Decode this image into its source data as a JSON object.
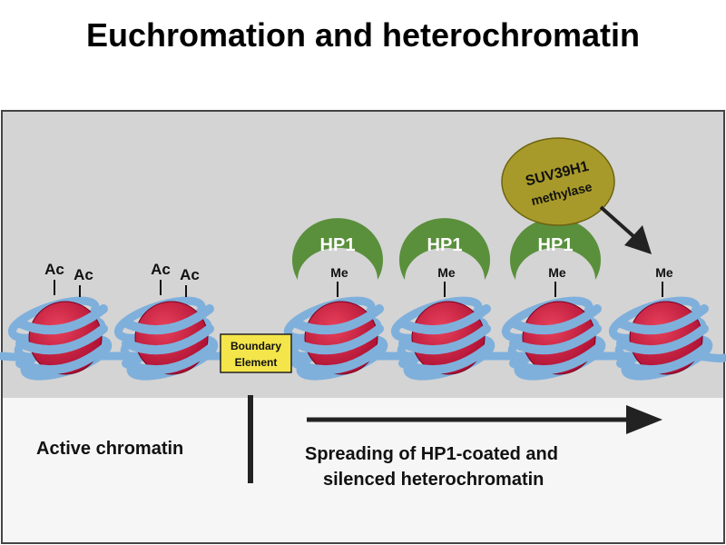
{
  "title": "Euchromation and heterochromatin",
  "nucleosome_marks": [
    {
      "label1": "Ac",
      "label2": "Ac"
    },
    {
      "label1": "Ac",
      "label2": "Ac"
    },
    {
      "label1": "Me"
    },
    {
      "label1": "Me"
    },
    {
      "label1": "Me"
    },
    {
      "label1": "Me"
    }
  ],
  "hp1_label": "HP1",
  "boundary": {
    "line1": "Boundary",
    "line2": "Element"
  },
  "methylase": {
    "line1": "SUV39H1",
    "line2": "methylase"
  },
  "captions": {
    "active": "Active chromatin",
    "spreading_line1": "Spreading of HP1-coated and",
    "spreading_line2": "silenced heterochromatin"
  },
  "colors": {
    "panel_bg": "#d4d4d4",
    "lower_bg": "#f6f6f6",
    "dna": "#7fb0dc",
    "histone": "#c8103a",
    "hp1": "#5a8f3c",
    "methylase": "#a89a2a",
    "boundary": "#f3e54a"
  }
}
